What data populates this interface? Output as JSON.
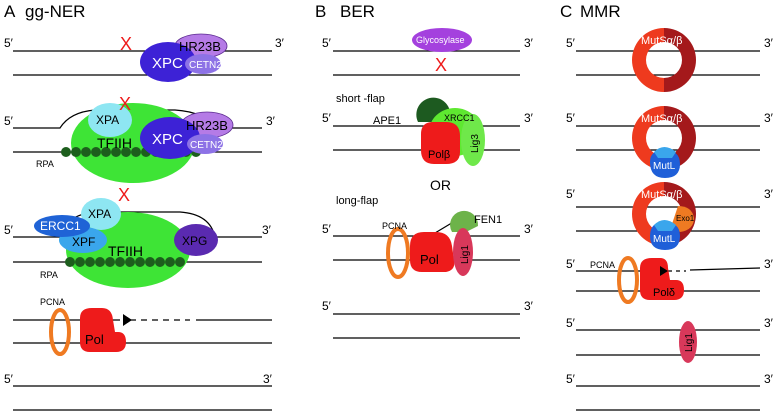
{
  "ends": {
    "five": "5′",
    "three": "3′"
  },
  "damage_mark": "X",
  "panels": {
    "a": {
      "letter": "A",
      "title": "gg-NER"
    },
    "b": {
      "letter": "B",
      "title": "BER"
    },
    "c": {
      "letter": "C",
      "title": "MMR"
    }
  },
  "ner": {
    "hr23b": "HR23B",
    "xpc": "XPC",
    "cetn2": "CETN2",
    "xpa": "XPA",
    "tfiih": "TFIIH",
    "rpa": "RPA",
    "ercc1": "ERCC1",
    "xpf": "XPF",
    "xpg": "XPG",
    "pcna": "PCNA",
    "pol": "Pol"
  },
  "ber": {
    "glycosylase": "Glycosylase",
    "short_flap": "short -flap",
    "ape1": "APE1",
    "xrcc1": "XRCC1",
    "polb": "Polβ",
    "lig3": "Lig3",
    "or": "OR",
    "long_flap": "long-flap",
    "fen1": "FEN1",
    "pcna": "PCNA",
    "pol": "Pol",
    "lig1": "Lig1"
  },
  "mmr": {
    "mutsab": "MutSα/β",
    "mutl": "MutL",
    "exo1": "Exo1",
    "pcna": "PCNA",
    "pold": "Polδ",
    "lig1": "Lig1"
  },
  "colors": {
    "xpc": "#3d22d6",
    "hr23b": "#b57be6",
    "cetn2": "#8d72e6",
    "tfiih": "#3ee436",
    "xpa": "#8ee6f2",
    "rpa": "#1d5e1d",
    "ercc1": "#1f63d6",
    "xpf": "#3aa6ec",
    "xpg": "#5a2ab0",
    "pcna": "#ef7a22",
    "pol": "#ee1b1b",
    "damage": "#ee1b1b",
    "glycosylase": "#a441de",
    "ape1": "#1d5a20",
    "xrcc1": "#5ee830",
    "lig3": "#6fe84a",
    "fen1": "#6db34a",
    "lig1": "#d8385a",
    "muts_light": "#ee3a1e",
    "muts_dark": "#a4191b",
    "mutl": "#1f5fd8",
    "exo1": "#ef7a22"
  }
}
